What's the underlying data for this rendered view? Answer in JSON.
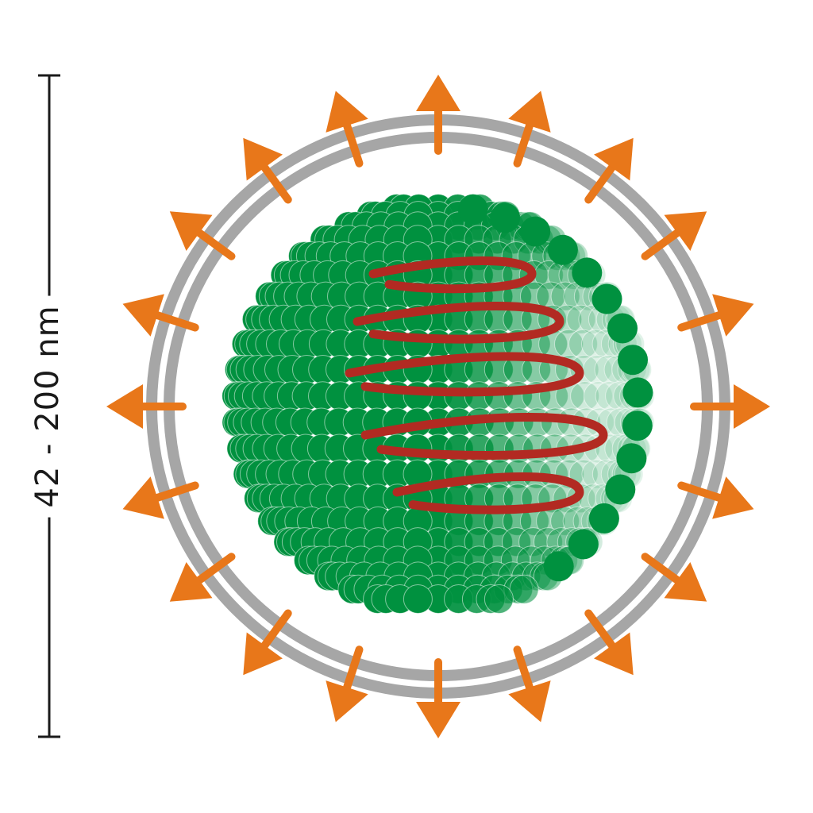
{
  "scale": {
    "label": "42 - 200 nm"
  },
  "colors": {
    "envelope": "#a6a6a6",
    "spike": "#e8771a",
    "capsomer": "#00913f",
    "nucleic_acid": "#b22a22",
    "scale_bar": "#1a1a1a"
  },
  "icons": {
    "envelope": "lipid-envelope-ring",
    "spikes": "glycoprotein-spike-icon",
    "capsid": "capsid-capsomer-shell",
    "genome": "helical-nucleic-acid"
  }
}
